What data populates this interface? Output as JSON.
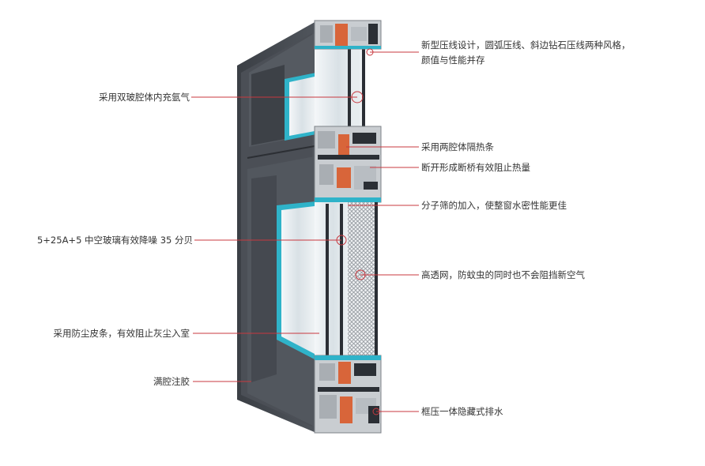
{
  "left_labels": [
    {
      "id": "gas-fill",
      "text": "采用双玻腔体内充氩气"
    },
    {
      "id": "noise-reduction",
      "text": "5+25A+5 中空玻璃有效降噪 35 分贝"
    },
    {
      "id": "dust-strip",
      "text": "采用防尘皮条，有效阻止灰尘入室"
    },
    {
      "id": "full-glue",
      "text": "满腔注胶"
    }
  ],
  "right_labels": [
    {
      "id": "pressure-line",
      "lines": [
        "新型压线设计，圆弧压线、斜边钻石压线两种风格，",
        "颜值与性能并存"
      ]
    },
    {
      "id": "heat-strip",
      "lines": [
        "采用两腔体隔热条"
      ]
    },
    {
      "id": "thermal-break",
      "lines": [
        "断开形成断桥有效阻止热量"
      ]
    },
    {
      "id": "molecular-sieve",
      "lines": [
        "分子筛的加入，使整窗水密性能更佳"
      ]
    },
    {
      "id": "screen-mesh",
      "lines": [
        "高透网，防蚊虫的同时也不会阻挡新空气"
      ]
    },
    {
      "id": "hidden-drain",
      "lines": [
        "框压一体隐藏式排水"
      ]
    }
  ],
  "colors": {
    "frame": "#4a4e54",
    "frame_dark": "#3a3e44",
    "frame_light": "#5d6168",
    "aluminum": "#c8ccd0",
    "seal": "#2fb3c9",
    "insulation": "#d8653a",
    "glass": "#dfe6ea",
    "mesh": "#9aa0a6",
    "leader": "#c8383f"
  }
}
